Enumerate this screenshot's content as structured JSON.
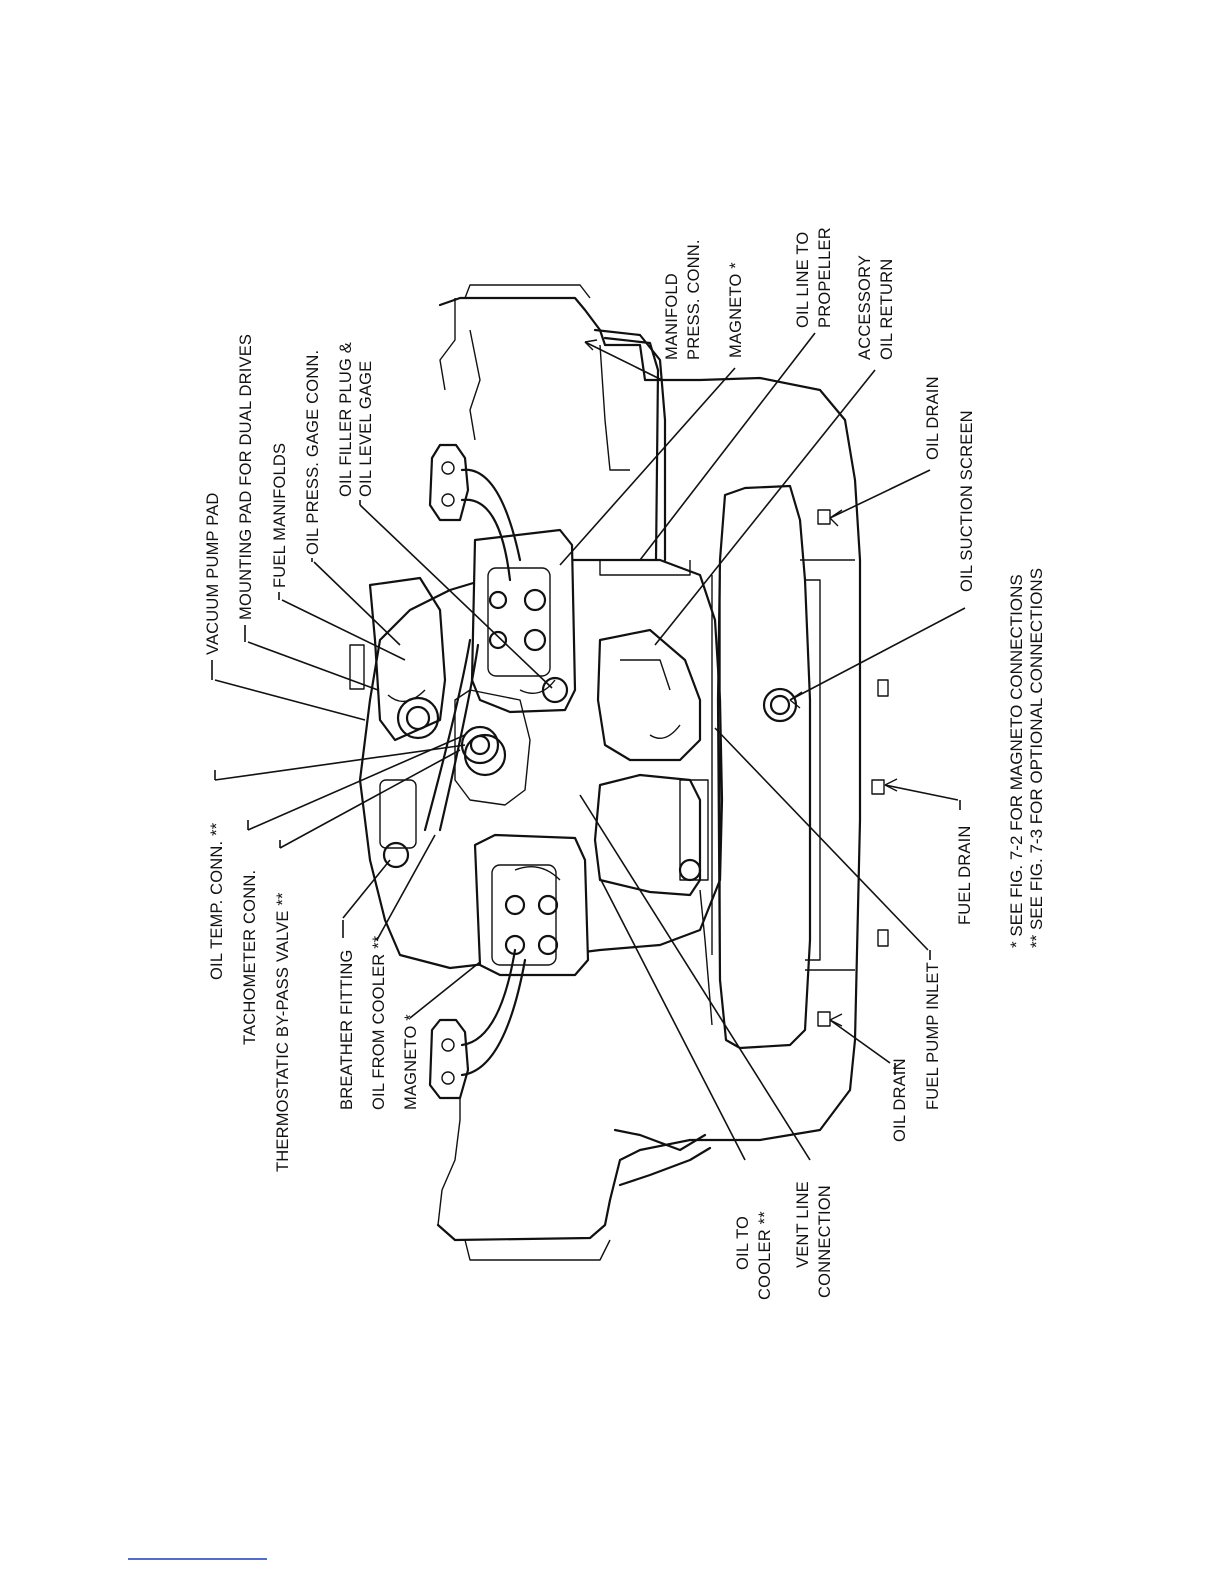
{
  "labels": {
    "vacuum_pump_pad": "VACUUM PUMP PAD",
    "mounting_pad": "MOUNTING PAD FOR DUAL DRIVES",
    "fuel_manifolds": "FUEL MANIFOLDS",
    "oil_press_gage": "OIL PRESS. GAGE CONN.",
    "oil_filler_1": "OIL FILLER PLUG &",
    "oil_filler_2": "OIL LEVEL GAGE",
    "manifold_press_1": "MANIFOLD",
    "manifold_press_2": "PRESS. CONN.",
    "magneto_right": "MAGNETO *",
    "oil_line_prop_1": "OIL LINE TO",
    "oil_line_prop_2": "PROPELLER",
    "accessory_return_1": "ACCESSORY",
    "accessory_return_2": "OIL RETURN",
    "oil_drain_right": "OIL DRAIN",
    "oil_suction_screen": "OIL SUCTION SCREEN",
    "oil_temp_conn": "OIL TEMP. CONN. **",
    "tachometer_conn": "TACHOMETER CONN.",
    "thermostatic_valve": "THERMOSTATIC BY-PASS VALVE **",
    "breather_fitting": "BREATHER FITTING",
    "oil_from_cooler": "OIL FROM COOLER **",
    "magneto_left": "MAGNETO *",
    "oil_to_cooler_1": "OIL TO",
    "oil_to_cooler_2": "COOLER **",
    "vent_line_1": "VENT LINE",
    "vent_line_2": "CONNECTION",
    "oil_drain_left": "OIL DRAIN",
    "fuel_pump_inlet": "FUEL PUMP INLET",
    "fuel_drain": "FUEL DRAIN"
  },
  "notes": {
    "magneto_note": "* SEE FIG. 7-2 FOR MAGNETO CONNECTIONS",
    "optional_note": "** SEE FIG. 7-3 FOR OPTIONAL CONNECTIONS"
  }
}
